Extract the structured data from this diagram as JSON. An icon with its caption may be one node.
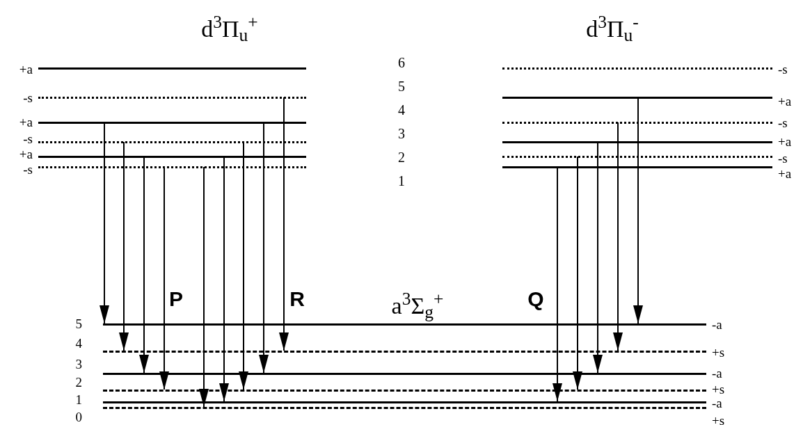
{
  "diagram": {
    "nodes": [
      {
        "text": [
          "+a"
        ]
      },
      {
        "text": [
          "-s"
        ]
      },
      {
        "text": [
          "+a"
        ]
      },
      {
        "text": [
          "-s"
        ]
      },
      {
        "text": [
          "+a"
        ]
      },
      {
        "text": [
          "-s"
        ]
      },
      {
        "text": [
          "-s"
        ]
      },
      {
        "text": [
          "+a"
        ]
      },
      {
        "text": [
          "-s"
        ]
      },
      {
        "text": [
          "+a"
        ]
      },
      {
        "text": [
          "-s"
        ]
      },
      {
        "text": [
          "+a"
        ]
      },
      {
        "text": [
          "-a"
        ],
        "beside": [
          "5"
        ]
      },
      {
        "text": [
          "+s"
        ],
        "beside": [
          "4"
        ]
      },
      {
        "text": [
          "-a"
        ],
        "beside": [
          "3"
        ]
      },
      {
        "text": [
          "+s"
        ],
        "beside": [
          "2"
        ]
      },
      {
        "text": [
          "-a"
        ],
        "beside": [
          "1"
        ]
      },
      {
        "text": [
          "+s"
        ],
        "beside": [
          "0"
        ]
      }
    ],
    "edges": [
      {
        "from": 2,
        "to": 12,
        "arrow": "to"
      },
      {
        "from": 3,
        "to": 13,
        "arrow": "to"
      },
      {
        "from": 4,
        "to": 14,
        "arrow": "to"
      },
      {
        "from": 5,
        "to": 15,
        "arrow": "to"
      },
      {
        "from": 5,
        "to": 17,
        "arrow": "to"
      },
      {
        "from": 4,
        "to": 16,
        "arrow": "to"
      },
      {
        "from": 3,
        "to": 15,
        "arrow": "to"
      },
      {
        "from": 2,
        "to": 14,
        "arrow": "to"
      },
      {
        "from": 1,
        "to": 13,
        "arrow": "to"
      },
      {
        "from": 11,
        "to": 16,
        "arrow": "to"
      },
      {
        "from": 10,
        "to": 15,
        "arrow": "to"
      },
      {
        "from": 9,
        "to": 14,
        "arrow": "to"
      },
      {
        "from": 8,
        "to": 13,
        "arrow": "to"
      },
      {
        "from": 7,
        "to": 12,
        "arrow": "to"
      }
    ],
    "labels": [
      "d$^{3}$Π$_{u}$$^{+}$",
      "d$^{3}$Π$_{u}$$^{-}$",
      "6",
      "5",
      "4",
      "3",
      "2",
      "1",
      "P",
      "R",
      "a$^{3}$Σ$_{g}$$^{+}$",
      "Q"
    ]
  }
}
